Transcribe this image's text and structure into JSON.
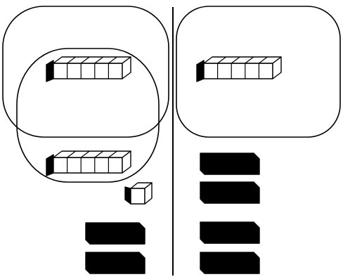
{
  "diagram": {
    "left_group": {
      "groups": [
        {
          "kind": "rounded-rect",
          "contains": [
            "rod-1"
          ]
        },
        {
          "kind": "oval",
          "contains": [
            "rod-1",
            "rod-2"
          ]
        }
      ],
      "rods": [
        {
          "id": "rod-1",
          "units": 5,
          "style": "open"
        },
        {
          "id": "rod-2",
          "units": 5,
          "style": "open"
        }
      ],
      "unit_cubes": 1,
      "black_bars": 2
    },
    "right_group": {
      "groups": [
        {
          "kind": "rounded-rect",
          "contains": [
            "rod-3"
          ]
        }
      ],
      "rods": [
        {
          "id": "rod-3",
          "units": 5,
          "style": "open"
        }
      ],
      "black_bars": 4
    },
    "colors": {
      "stroke": "#000000",
      "fill_open": "#ffffff",
      "fill_solid": "#000000",
      "background": "#ffffff"
    }
  }
}
